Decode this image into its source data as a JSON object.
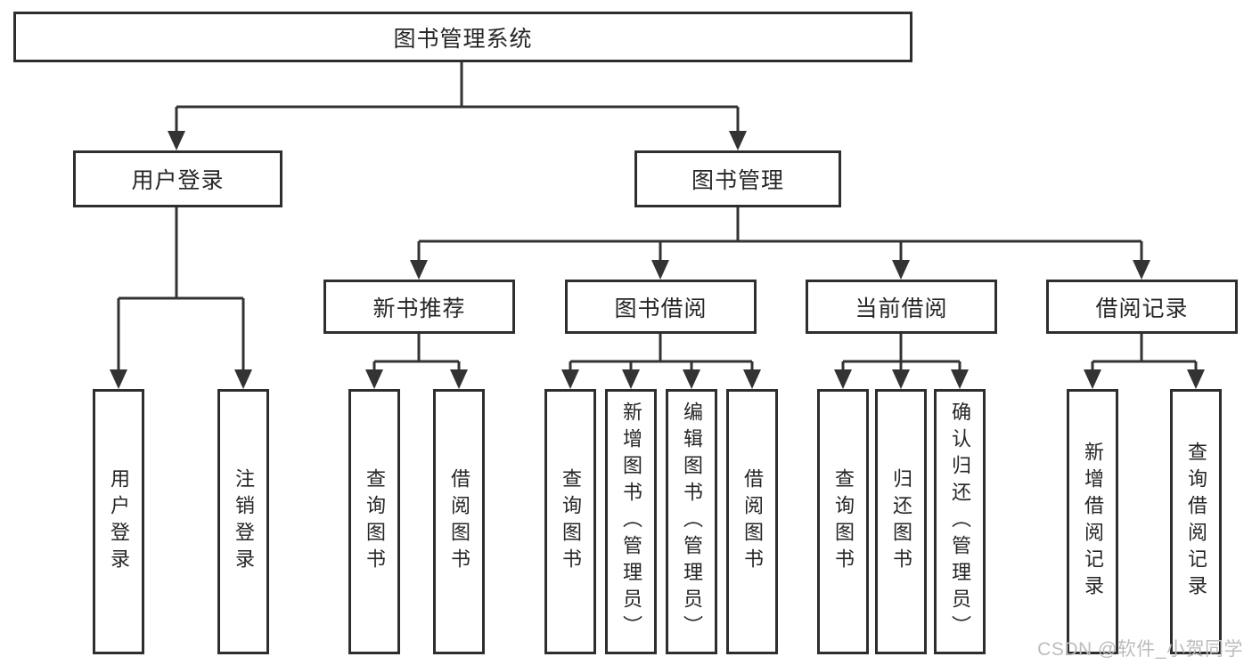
{
  "tree": {
    "root": {
      "label": "图书管理系统"
    },
    "children": [
      {
        "label": "用户登录",
        "children": [
          {
            "label": "用户登录"
          },
          {
            "label": "注销登录"
          }
        ]
      },
      {
        "label": "图书管理",
        "children": [
          {
            "label": "新书推荐",
            "children": [
              {
                "label": "查询图书"
              },
              {
                "label": "借阅图书"
              }
            ]
          },
          {
            "label": "图书借阅",
            "children": [
              {
                "label": "查询图书"
              },
              {
                "label": "新增图书（管理员）"
              },
              {
                "label": "编辑图书（管理员）"
              },
              {
                "label": "借阅图书"
              }
            ]
          },
          {
            "label": "当前借阅",
            "children": [
              {
                "label": "查询图书"
              },
              {
                "label": "归还图书"
              },
              {
                "label": "确认归还（管理员）"
              }
            ]
          },
          {
            "label": "借阅记录",
            "children": [
              {
                "label": "新增借阅记录"
              },
              {
                "label": "查询借阅记录"
              }
            ]
          }
        ]
      }
    ]
  },
  "watermark": "CSDN @软件_小贺同学",
  "colors": {
    "line": "#333333",
    "box_border": "#2e2e2e",
    "box_fill": "#ffffff",
    "text": "#262626",
    "watermark": "#bcbcbc",
    "background": "#ffffff"
  }
}
